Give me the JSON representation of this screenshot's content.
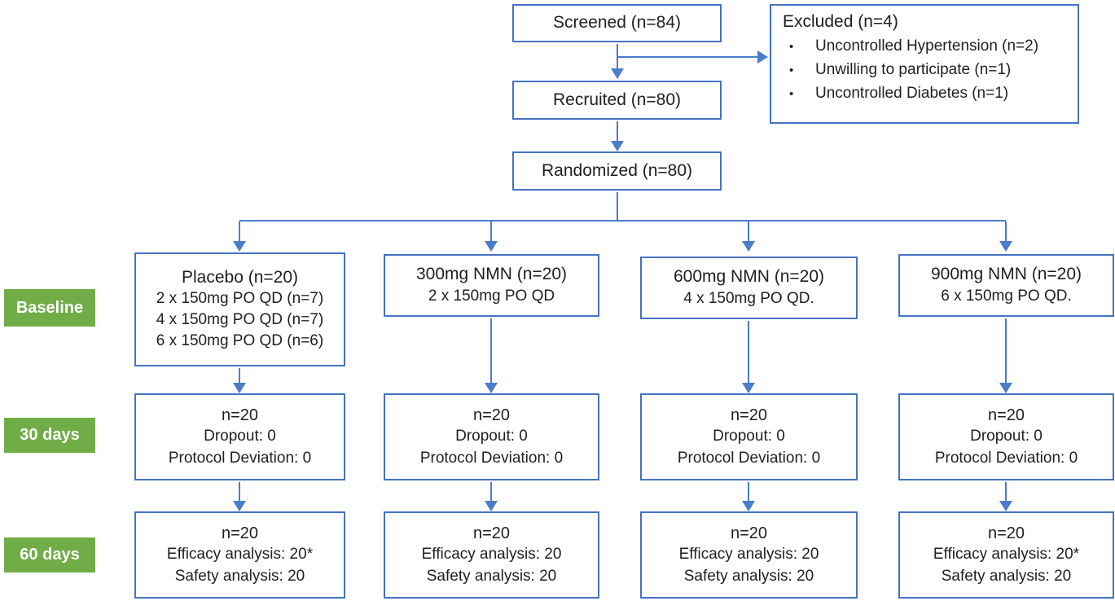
{
  "palette": {
    "box_border_blue": "#4472C4",
    "connector_blue": "#4a7cc9",
    "stage_green": "#70AD47",
    "stage_text": "#ffffff",
    "text_color": "#1f1f1f"
  },
  "top_flow": {
    "screened": "Screened (n=84)",
    "recruited": "Recruited (n=80)",
    "randomized": "Randomized (n=80)"
  },
  "excluded": {
    "title": "Excluded (n=4)",
    "bullet": "•",
    "reasons": [
      "Uncontrolled Hypertension (n=2)",
      "Unwilling to participate (n=1)",
      "Uncontrolled Diabetes (n=1)"
    ]
  },
  "stages": {
    "baseline": "Baseline",
    "day30": "30 days",
    "day60": "60 days"
  },
  "arms": [
    {
      "title": "Placebo (n=20)",
      "baseline_lines": [
        "2 x 150mg PO QD (n=7)",
        "4 x 150mg PO QD (n=7)",
        "6 x 150mg PO QD (n=6)"
      ],
      "day30": {
        "n": "n=20",
        "dropout": "Dropout: 0",
        "protocol_deviation": "Protocol Deviation: 0"
      },
      "day60": {
        "n": "n=20",
        "efficacy": "Efficacy analysis: 20*",
        "safety": "Safety analysis: 20"
      }
    },
    {
      "title": "300mg NMN (n=20)",
      "baseline_lines": [
        "2 x 150mg PO QD"
      ],
      "day30": {
        "n": "n=20",
        "dropout": "Dropout: 0",
        "protocol_deviation": "Protocol Deviation: 0"
      },
      "day60": {
        "n": "n=20",
        "efficacy": "Efficacy analysis: 20",
        "safety": "Safety analysis: 20"
      }
    },
    {
      "title": "600mg NMN (n=20)",
      "baseline_lines": [
        "4 x 150mg PO QD."
      ],
      "day30": {
        "n": "n=20",
        "dropout": "Dropout: 0",
        "protocol_deviation": "Protocol Deviation: 0"
      },
      "day60": {
        "n": "n=20",
        "efficacy": "Efficacy analysis: 20",
        "safety": "Safety analysis: 20"
      }
    },
    {
      "title": "900mg NMN (n=20)",
      "baseline_lines": [
        "6 x 150mg PO QD."
      ],
      "day30": {
        "n": "n=20",
        "dropout": "Dropout: 0",
        "protocol_deviation": "Protocol Deviation: 0"
      },
      "day60": {
        "n": "n=20",
        "efficacy": "Efficacy analysis: 20*",
        "safety": "Safety analysis: 20"
      }
    }
  ]
}
